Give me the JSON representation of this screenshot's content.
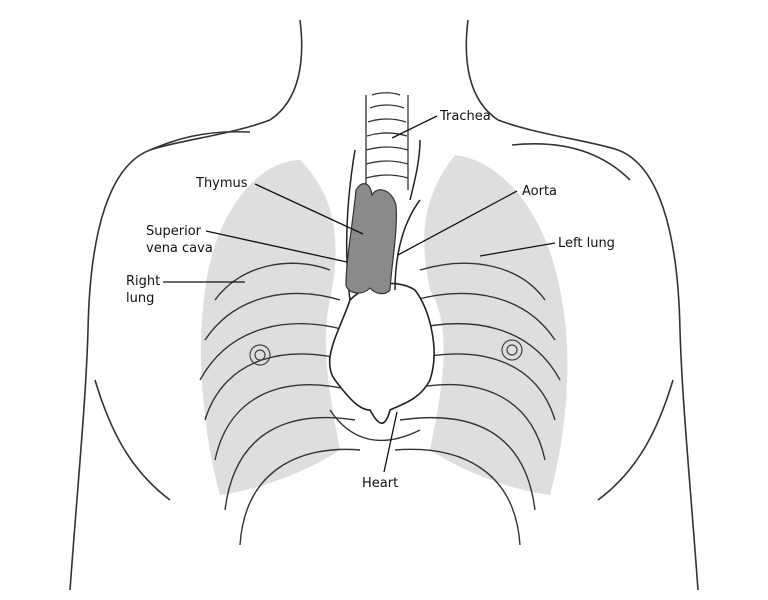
{
  "diagram": {
    "subject": "Chest anatomy showing thymus location",
    "labels": {
      "trachea": "Trachea",
      "thymus": "Thymus",
      "aorta": "Aorta",
      "superior_vena_cava_1": "Superior",
      "superior_vena_cava_2": "vena cava",
      "left_lung": "Left lung",
      "right_lung_1": "Right",
      "right_lung_2": "lung",
      "heart": "Heart"
    },
    "colors": {
      "lung_fill": "#dedede",
      "thymus_fill": "#8a8a8a",
      "outline": "#222222"
    }
  }
}
